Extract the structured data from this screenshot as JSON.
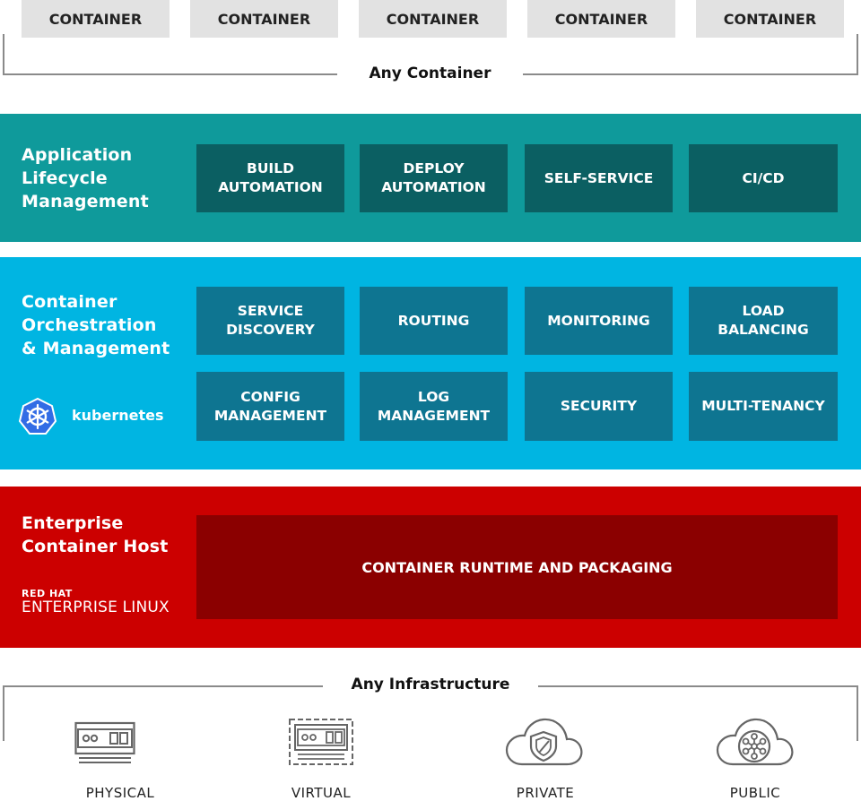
{
  "top": {
    "containers": [
      "CONTAINER",
      "CONTAINER",
      "CONTAINER",
      "CONTAINER",
      "CONTAINER"
    ],
    "label": "Any Container"
  },
  "alm": {
    "title_lines": [
      "Application",
      "Lifecycle",
      "Management"
    ],
    "cells": [
      {
        "lines": [
          "BUILD",
          "AUTOMATION"
        ]
      },
      {
        "lines": [
          "DEPLOY",
          "AUTOMATION"
        ]
      },
      {
        "lines": [
          "SELF-SERVICE"
        ]
      },
      {
        "lines": [
          "CI/CD"
        ]
      }
    ]
  },
  "orchestration": {
    "title_lines": [
      "Container",
      "Orchestration",
      "& Management"
    ],
    "logo_text": "kubernetes",
    "cells": [
      {
        "lines": [
          "SERVICE",
          "DISCOVERY"
        ]
      },
      {
        "lines": [
          "ROUTING"
        ]
      },
      {
        "lines": [
          "MONITORING"
        ]
      },
      {
        "lines": [
          "LOAD",
          "BALANCING"
        ]
      },
      {
        "lines": [
          "CONFIG",
          "MANAGEMENT"
        ]
      },
      {
        "lines": [
          "LOG",
          "MANAGEMENT"
        ]
      },
      {
        "lines": [
          "SECURITY"
        ]
      },
      {
        "lines": [
          "MULTI-TENANCY"
        ]
      }
    ]
  },
  "host": {
    "title_lines": [
      "Enterprise",
      "Container Host"
    ],
    "brand_top": "RED HAT",
    "brand_bottom": "ENTERPRISE LINUX",
    "runtime": "CONTAINER RUNTIME AND PACKAGING"
  },
  "infrastructure": {
    "label": "Any Infrastructure",
    "items": [
      {
        "label": "PHYSICAL",
        "icon": "server-icon"
      },
      {
        "label": "VIRTUAL",
        "icon": "virtual-server-icon"
      },
      {
        "label": "PRIVATE",
        "icon": "private-cloud-icon"
      },
      {
        "label": "PUBLIC",
        "icon": "public-cloud-icon"
      }
    ]
  },
  "colors": {
    "alm_band": "#0f9a9b",
    "alm_cell": "#0b5f62",
    "orchestration_band": "#00b5e2",
    "orchestration_cell": "#0e7591",
    "host_band": "#cc0000",
    "host_runtime": "#8b0000",
    "container_box": "#e2e2e2"
  }
}
